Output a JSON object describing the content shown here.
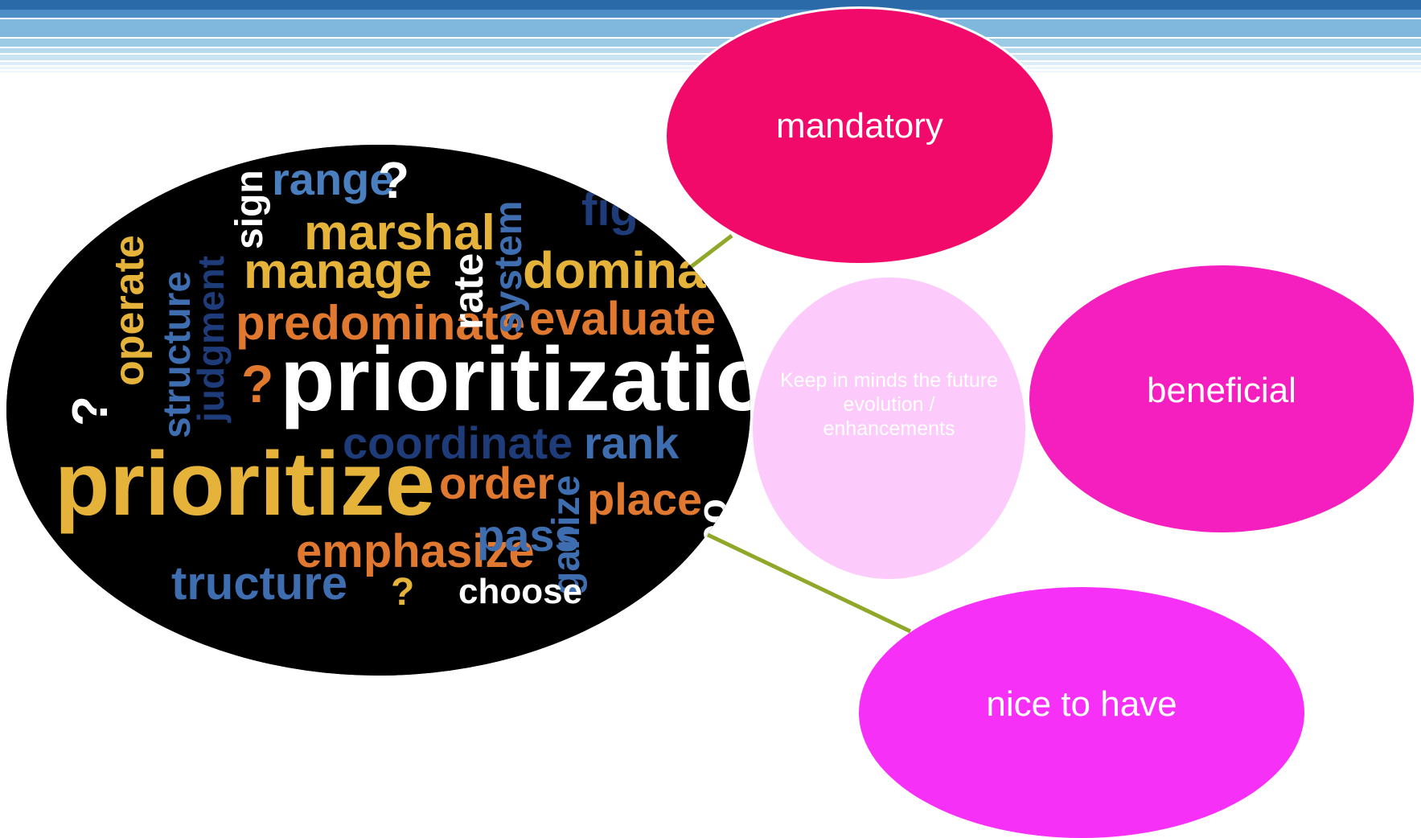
{
  "diagram": {
    "center_image": {
      "label": "word cloud image",
      "words": {
        "prioritization": "prioritization",
        "prioritize": "prioritize",
        "range": "range",
        "marshal": "marshal",
        "manage": "manage",
        "predominate": "predominate",
        "dominate": "dominate",
        "evaluate": "evaluate",
        "operate": "operate",
        "structure": "structure",
        "judgment": "judgment",
        "sign": "sign",
        "rate": "rate",
        "system": "system",
        "figure": "figu",
        "coordinate": "coordinate",
        "rank": "rank",
        "order": "order",
        "place": "place",
        "modify": "odify",
        "emphasize": "emphasize",
        "pass": "pass",
        "organize": "ganize",
        "choose": "choose",
        "structure_bottom": "tructure",
        "question": "?"
      }
    },
    "nodes": {
      "mandatory": "mandatory",
      "future": "Keep in minds the future evolution  / enhancements",
      "beneficial": "beneficial",
      "nice_to_have": "nice to have"
    },
    "colors": {
      "mandatory": "#F20A6A",
      "future": "#FDCBFB",
      "beneficial": "#F51EBE",
      "nice_to_have": "#F730F7",
      "connector": "#8FA82A",
      "header_band": "#7FB8DC"
    }
  }
}
